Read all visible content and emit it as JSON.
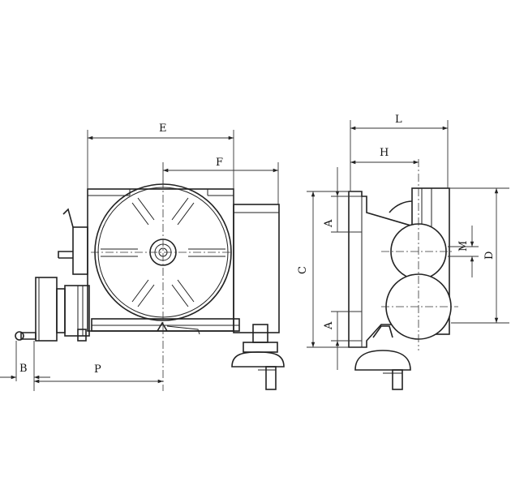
{
  "labels": {
    "E": "E",
    "F": "F",
    "L": "L",
    "H": "H",
    "A_top": "A",
    "A_bottom": "A",
    "C": "C",
    "M": "M",
    "D": "D",
    "B": "B",
    "P": "P"
  },
  "colors": {
    "line": "#222222",
    "background": "#ffffff"
  }
}
